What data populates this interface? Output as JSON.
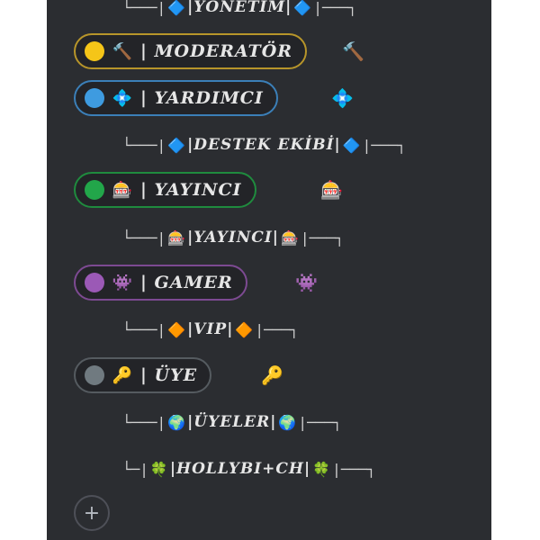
{
  "top_partial": {
    "line_left": "└───|",
    "emoji": "🔷",
    "name": "|YÖNETİM|",
    "emoji2": "🔷",
    "line_right": "|───┐"
  },
  "roles": [
    {
      "dot_color": "#f5c518",
      "border_color": "#b7952a",
      "emoji": "🔨",
      "name": "| MODERATÖR",
      "side_emoji": "🔨"
    },
    {
      "dot_color": "#3e9be0",
      "border_color": "#3b7fb8",
      "emoji": "💠",
      "name": "| YARDIMCI",
      "side_emoji": "💠"
    },
    {
      "dot_color": "#22a64a",
      "border_color": "#1f8b3e",
      "emoji": "🎰",
      "name": "| YAYINCI",
      "side_emoji": "🎰"
    },
    {
      "dot_color": "#9b59b6",
      "border_color": "#7d4a92",
      "emoji": "👾",
      "name": "| GAMER",
      "side_emoji": "👾"
    },
    {
      "dot_color": "#707a80",
      "border_color": "#555b60",
      "emoji": "🔑",
      "name": "| ÜYE",
      "side_emoji": "🔑"
    }
  ],
  "subroles": [
    {
      "line_left": "└───|",
      "emoji": "🔷",
      "name": "|DESTEK EKİBİ|",
      "emoji2": "🔷",
      "line_right": "|───┐"
    },
    {
      "line_left": "└───|",
      "emoji": "🎰",
      "name": "|YAYINCI|",
      "emoji2": "🎰",
      "line_right": "|───┐"
    },
    {
      "line_left": "└───|",
      "emoji": "🔶",
      "name": "|VIP|",
      "emoji2": "🔶",
      "line_right": "|───┐"
    },
    {
      "line_left": "└───|",
      "emoji": "🌍",
      "name": "|ÜYELER|",
      "emoji2": "🌍",
      "line_right": "|───┐"
    },
    {
      "line_left": "└─|",
      "emoji": "🍀",
      "name": "|HOLLYBI+CH|",
      "emoji2": "🍀",
      "line_right": "|───┐"
    }
  ],
  "add_button": {
    "label": "+"
  }
}
